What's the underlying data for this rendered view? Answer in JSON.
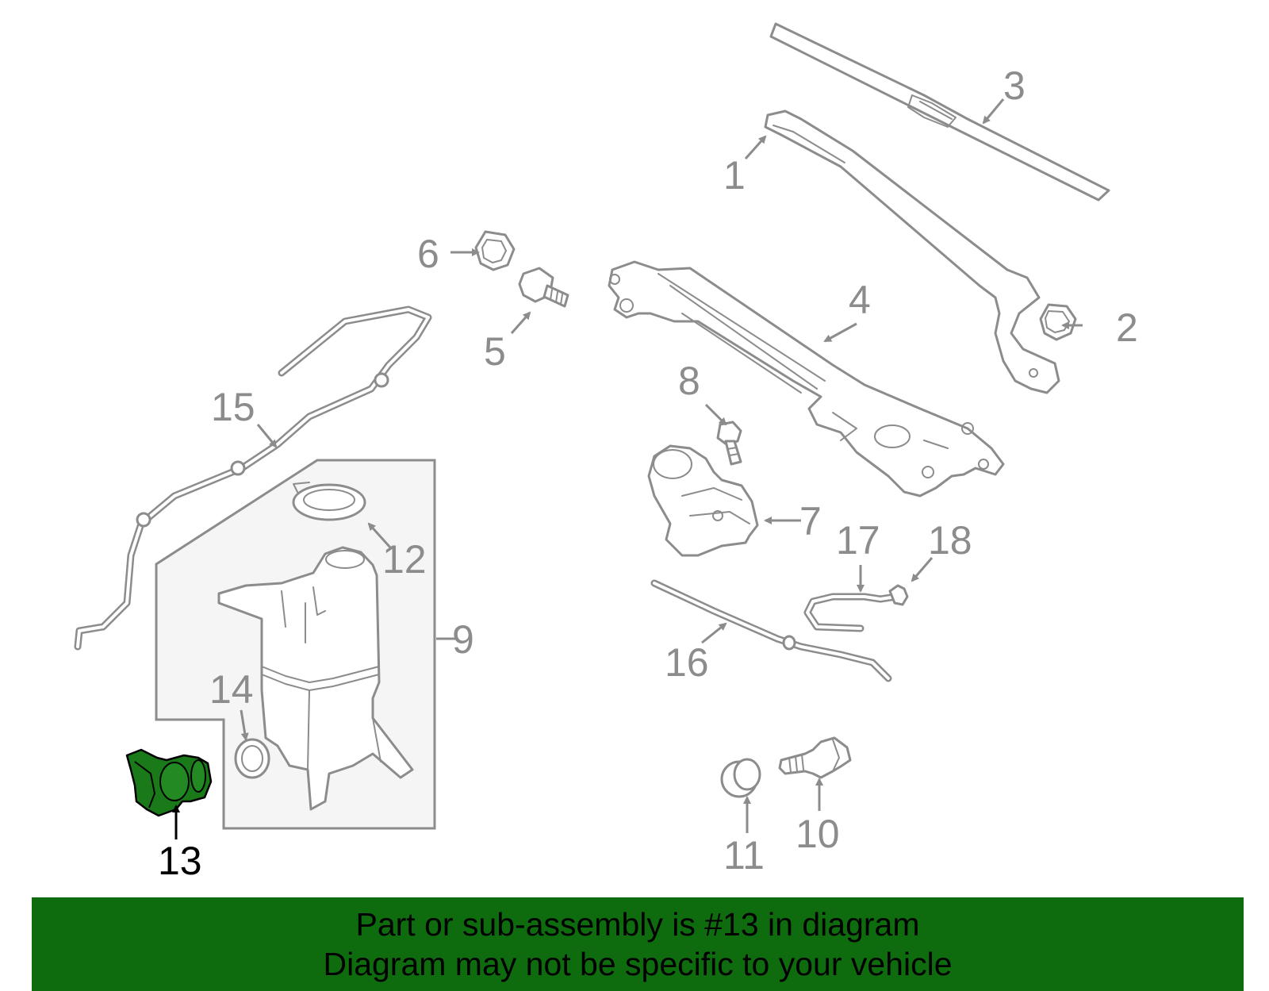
{
  "diagram": {
    "callouts": [
      "1",
      "2",
      "3",
      "4",
      "5",
      "6",
      "7",
      "8",
      "9",
      "10",
      "11",
      "12",
      "13",
      "14",
      "15",
      "16",
      "17",
      "18"
    ],
    "highlighted_part": "13",
    "highlight_color": "#1a7a1a"
  },
  "banner": {
    "line1": "Part or sub-assembly is #13 in diagram",
    "line2": "Diagram may not be specific to your vehicle",
    "background": "#0e6b0e"
  }
}
